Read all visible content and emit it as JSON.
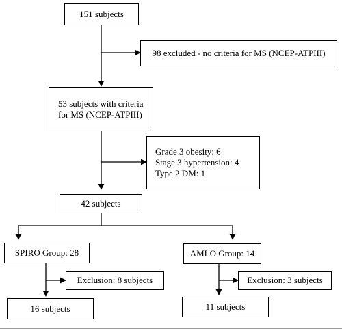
{
  "diagram": {
    "total": "151 subjects",
    "excluded_first": "98 excluded - no criteria for MS (NCEP-ATPIII)",
    "criteria_line1": "53 subjects with criteria",
    "criteria_line2": "for MS (NCEP-ATPIII)",
    "exclusions": {
      "line1": "Grade 3 obesity: 6",
      "line2": "Stage 3 hypertension: 4",
      "line3": "Type 2 DM: 1"
    },
    "remaining": "42 subjects",
    "spiro": {
      "group": "SPIRO Group: 28",
      "exclusion": "Exclusion: 8 subjects",
      "final": "16 subjects"
    },
    "amlo": {
      "group": "AMLO Group: 14",
      "exclusion": "Exclusion: 3 subjects",
      "final": "11 subjects"
    }
  }
}
